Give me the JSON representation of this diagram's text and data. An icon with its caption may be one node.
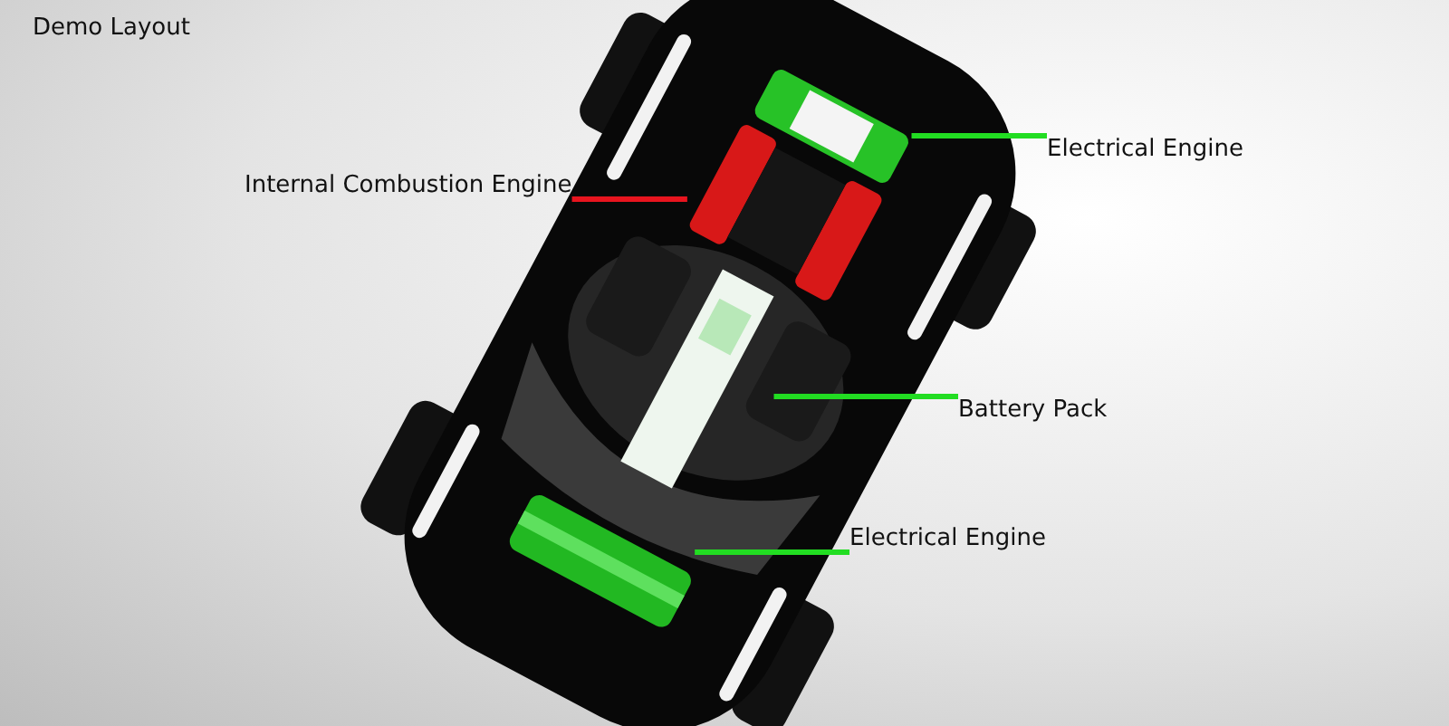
{
  "diagram": {
    "nodes": [
      {
        "text": [
          "Electrical Engine"
        ]
      },
      {
        "text": [],
        "shape": "picture"
      },
      {
        "text": [
          "Internal Combustion Engine"
        ]
      },
      {
        "text": [],
        "shape": "picture"
      },
      {
        "text": [
          "Battery Pack"
        ]
      },
      {
        "text": [],
        "shape": "picture"
      },
      {
        "text": [
          "Electrical Engine"
        ]
      },
      {
        "text": [],
        "shape": "picture"
      }
    ],
    "edges": [
      {
        "from": 0,
        "to": 1,
        "arrow": "none"
      },
      {
        "from": 2,
        "to": 3,
        "arrow": "none",
        "color": "#e8141e"
      },
      {
        "from": 4,
        "to": 5,
        "arrow": "none"
      },
      {
        "from": 6,
        "to": 7,
        "arrow": "none"
      }
    ],
    "labels": [
      "Demo Layout"
    ]
  }
}
